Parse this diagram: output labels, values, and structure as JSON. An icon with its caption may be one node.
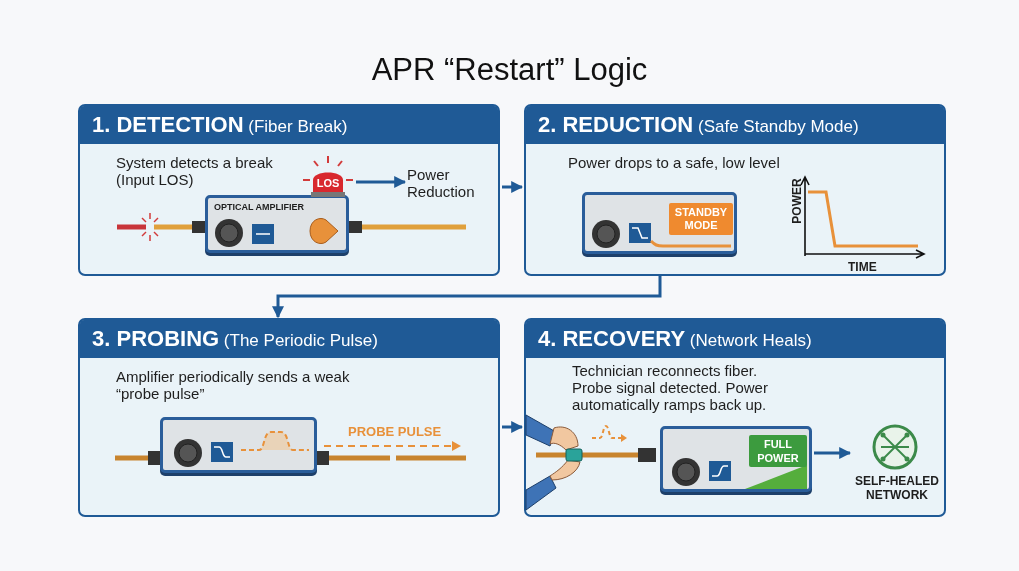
{
  "diagram": {
    "title": "APR “Restart” Logic",
    "nodes": [
      {
        "text": [
          "**1. DETECTION** (Fiber Break)",
          "System detects a break (Input LOS)"
        ]
      },
      {
        "text": [
          "OPTICAL AMPLIFIER"
        ],
        "in": 0
      },
      {
        "text": [
          "LOS"
        ],
        "in": 0
      },
      {
        "text": [
          "Power Reduction"
        ],
        "in": 0
      },
      {
        "text": [
          "**2. REDUCTION** (Safe Standby Mode)",
          "Power drops to a safe, low level"
        ]
      },
      {
        "text": [
          "STANDBY MODE"
        ],
        "in": 4
      },
      {
        "text": [
          "**3. PROBING** (The Periodic Pulse)",
          "Amplifier periodically sends a weak “probe pulse”"
        ]
      },
      {
        "text": [],
        "shape": "box",
        "in": 6
      },
      {
        "text": [
          "**4. RECOVERY** (Network Heals)",
          "Technician reconnects fiber. Probe signal detected. Power automatically ramps back up."
        ]
      },
      {
        "text": [
          "FULL POWER"
        ],
        "in": 8
      },
      {
        "text": [
          "SELF-HEALED NETWORK"
        ],
        "in": 8
      }
    ],
    "edges": [
      {
        "from": 2,
        "to": 3,
        "arrow": "to"
      },
      {
        "from": 0,
        "to": 4,
        "arrow": "to"
      },
      {
        "from": 4,
        "to": 6,
        "arrow": "to"
      },
      {
        "from": 6,
        "to": 8,
        "arrow": "to"
      },
      {
        "from": 9,
        "to": 10,
        "arrow": "to"
      }
    ],
    "labels": [
      "POWER",
      "TIME",
      "PROBE PULSE"
    ]
  }
}
